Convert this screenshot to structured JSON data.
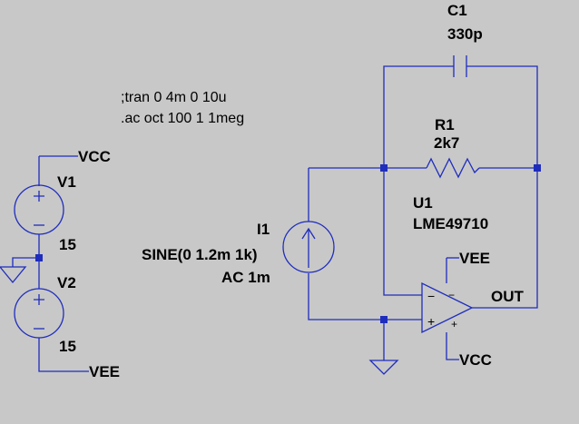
{
  "spice": {
    "tran": ";tran 0 4m 0 10u",
    "ac": ".ac oct 100 1 1meg"
  },
  "colors": {
    "background": "#c8c8c8",
    "wire": "#1f2dbd",
    "text": "#000000"
  },
  "supplies": {
    "v1": {
      "name": "V1",
      "value": "15"
    },
    "v2": {
      "name": "V2",
      "value": "15"
    }
  },
  "nets": {
    "vcc": "VCC",
    "vee": "VEE",
    "out": "OUT",
    "opamp_vee": "VEE",
    "opamp_vcc": "VCC"
  },
  "capacitor": {
    "name": "C1",
    "value": "330p"
  },
  "resistor": {
    "name": "R1",
    "value": "2k7"
  },
  "opamp": {
    "name": "U1",
    "model": "LME49710",
    "minus": "−",
    "plus": "+"
  },
  "current_source": {
    "name": "I1",
    "line1": "SINE(0 1.2m 1k)",
    "line2": "AC 1m"
  }
}
